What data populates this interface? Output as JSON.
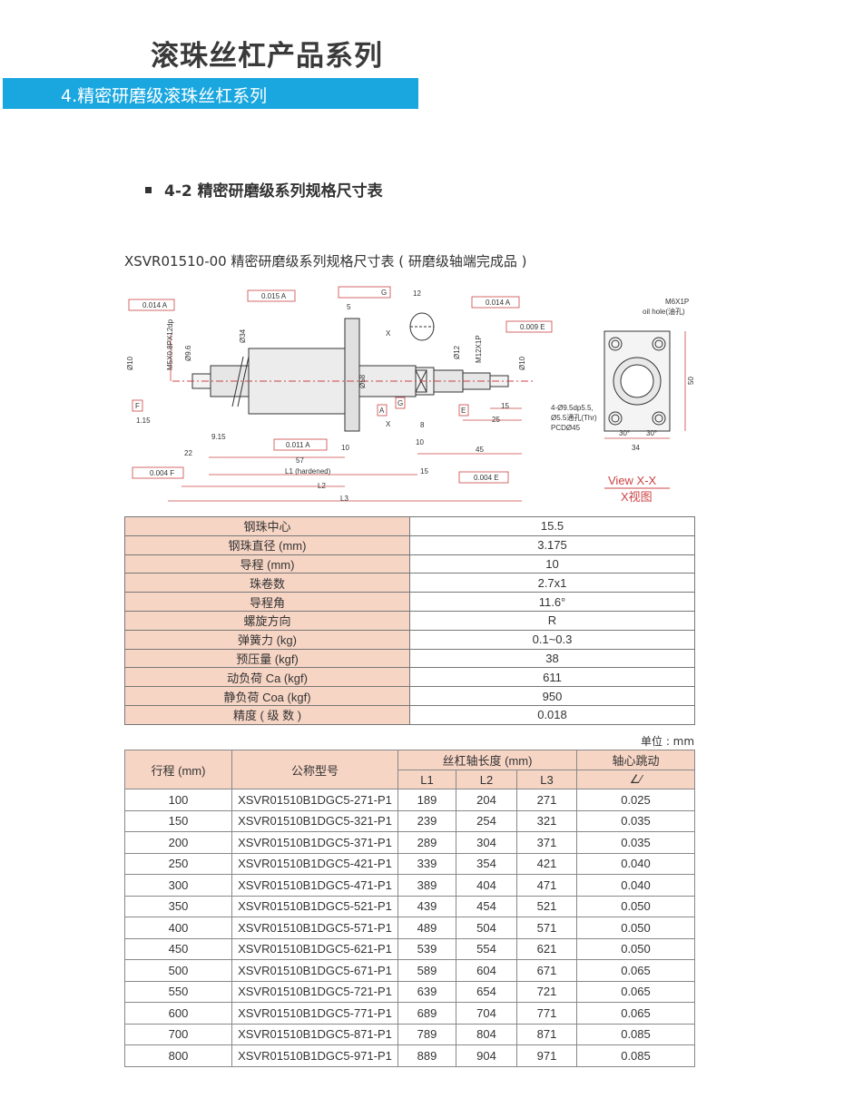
{
  "header": {
    "title": "滚珠丝杠产品系列",
    "banner": "4.精密研磨级滚珠丝杠系列"
  },
  "section_title": "4-2  精密研磨级系列规格尺寸表",
  "subtitle": "XSVR01510-00 精密研磨级系列规格尺寸表 ( 研磨级轴端完成品 )",
  "drawing": {
    "view_label_en": "View X-X",
    "view_label_cn": "X视图",
    "labels": [
      "0.014",
      "A",
      "0.015",
      "A",
      "G",
      "12",
      "5",
      "X",
      "0.014",
      "A",
      "0.009",
      "E",
      "M6X1P",
      "oil hole(油孔)",
      "50",
      "M5X0.8PX12dp",
      "Ø10",
      "Ø9.6",
      "Ø34",
      "Ø58",
      "Ø12",
      "M12X1P",
      "Ø10",
      "F",
      "1.15",
      "9.15",
      "22",
      "0.011",
      "A",
      "10",
      "57",
      "L1 (hardened)",
      "15",
      "L2",
      "L3",
      "0.004",
      "F",
      "0.004",
      "E",
      "A",
      "G",
      "X",
      "8",
      "10",
      "45",
      "15",
      "25",
      "E",
      "4-Ø9.5dp5.5,",
      "Ø5.5通孔(Thr)",
      "PCDØ45",
      "30°",
      "30°",
      "34"
    ]
  },
  "specs": [
    {
      "k": "钢珠中心",
      "v": "15.5"
    },
    {
      "k": "钢珠直径 (mm)",
      "v": "3.175"
    },
    {
      "k": "导程 (mm)",
      "v": "10"
    },
    {
      "k": "珠卷数",
      "v": "2.7x1"
    },
    {
      "k": "导程角",
      "v": "11.6°"
    },
    {
      "k": "螺旋方向",
      "v": "R"
    },
    {
      "k": "弹簧力 (kg)",
      "v": "0.1~0.3"
    },
    {
      "k": "预压量 (kgf)",
      "v": "38"
    },
    {
      "k": "动负荷 Ca (kgf)",
      "v": "611"
    },
    {
      "k": "静负荷 Coa (kgf)",
      "v": "950"
    },
    {
      "k": "精度 ( 级 数 )",
      "v": "0.018"
    }
  ],
  "unit_label": "单位 : mm",
  "table": {
    "h_stroke": "行程 (mm)",
    "h_model": "公称型号",
    "h_length": "丝杠轴长度 (mm)",
    "h_runout": "轴心跳动",
    "h_l1": "L1",
    "h_l2": "L2",
    "h_l3": "L3",
    "h_runout_sym": "∠∕",
    "rows": [
      [
        "100",
        "XSVR01510B1DGC5-271-P1",
        "189",
        "204",
        "271",
        "0.025"
      ],
      [
        "150",
        "XSVR01510B1DGC5-321-P1",
        "239",
        "254",
        "321",
        "0.035"
      ],
      [
        "200",
        "XSVR01510B1DGC5-371-P1",
        "289",
        "304",
        "371",
        "0.035"
      ],
      [
        "250",
        "XSVR01510B1DGC5-421-P1",
        "339",
        "354",
        "421",
        "0.040"
      ],
      [
        "300",
        "XSVR01510B1DGC5-471-P1",
        "389",
        "404",
        "471",
        "0.040"
      ],
      [
        "350",
        "XSVR01510B1DGC5-521-P1",
        "439",
        "454",
        "521",
        "0.050"
      ],
      [
        "400",
        "XSVR01510B1DGC5-571-P1",
        "489",
        "504",
        "571",
        "0.050"
      ],
      [
        "450",
        "XSVR01510B1DGC5-621-P1",
        "539",
        "554",
        "621",
        "0.050"
      ],
      [
        "500",
        "XSVR01510B1DGC5-671-P1",
        "589",
        "604",
        "671",
        "0.065"
      ],
      [
        "550",
        "XSVR01510B1DGC5-721-P1",
        "639",
        "654",
        "721",
        "0.065"
      ],
      [
        "600",
        "XSVR01510B1DGC5-771-P1",
        "689",
        "704",
        "771",
        "0.065"
      ],
      [
        "700",
        "XSVR01510B1DGC5-871-P1",
        "789",
        "804",
        "871",
        "0.085"
      ],
      [
        "800",
        "XSVR01510B1DGC5-971-P1",
        "889",
        "904",
        "971",
        "0.085"
      ]
    ]
  }
}
